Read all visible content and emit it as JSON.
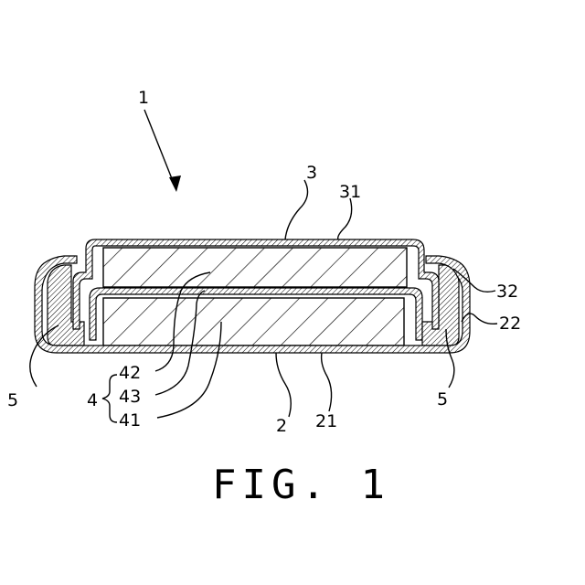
{
  "figure": {
    "caption": "FIG. 1",
    "labels": {
      "device": "1",
      "l2": "2",
      "l21": "21",
      "l22": "22",
      "l3": "3",
      "l31": "31",
      "l32": "32",
      "l4": "4",
      "l41": "41",
      "l42": "42",
      "l43": "43",
      "l5_left": "5",
      "l5_right": "5"
    }
  }
}
